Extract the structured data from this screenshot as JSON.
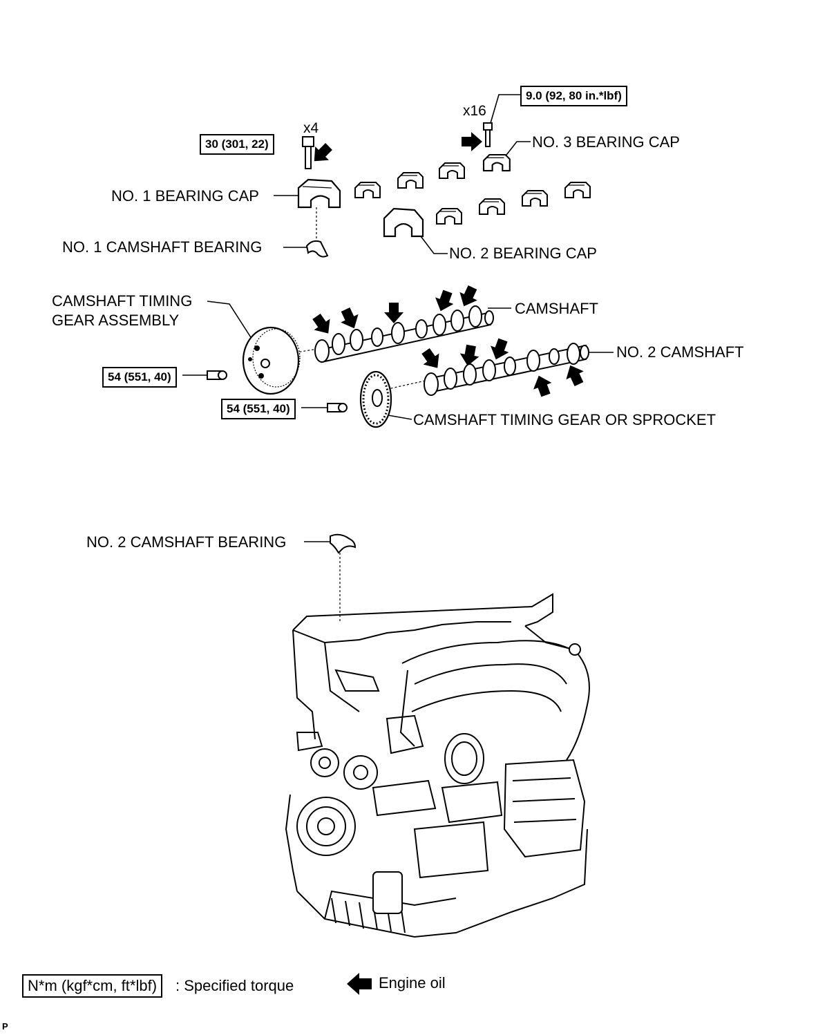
{
  "labels": {
    "no3_bearing_cap": "NO. 3 BEARING CAP",
    "no1_bearing_cap": "NO. 1 BEARING CAP",
    "no1_camshaft_bearing": "NO. 1 CAMSHAFT BEARING",
    "no2_bearing_cap": "NO. 2 BEARING CAP",
    "camshaft_timing_gear_line1": "CAMSHAFT TIMING",
    "camshaft_timing_gear_line2": "GEAR ASSEMBLY",
    "camshaft": "CAMSHAFT",
    "no2_camshaft": "NO. 2 CAMSHAFT",
    "timing_gear_or_sprocket": "CAMSHAFT TIMING GEAR OR SPROCKET",
    "no2_camshaft_bearing": "NO. 2 CAMSHAFT BEARING"
  },
  "torques": {
    "bearing_cap_bolt_small": "9.0 (92, 80 in.*lbf)",
    "bearing_cap_bolt_large": "30 (301, 22)",
    "gear_assembly_bolt": "54 (551, 40)",
    "sprocket_bolt": "54 (551, 40)"
  },
  "quantities": {
    "small_bolt_count": "x16",
    "large_bolt_count": "x4"
  },
  "legend": {
    "torque_unit_box": "N*m (kgf*cm, ft*lbf)",
    "torque_text": ": Specified torque",
    "oil_text": "Engine oil"
  },
  "corner_mark": "P",
  "colors": {
    "ink": "#000000",
    "paper": "#ffffff"
  }
}
